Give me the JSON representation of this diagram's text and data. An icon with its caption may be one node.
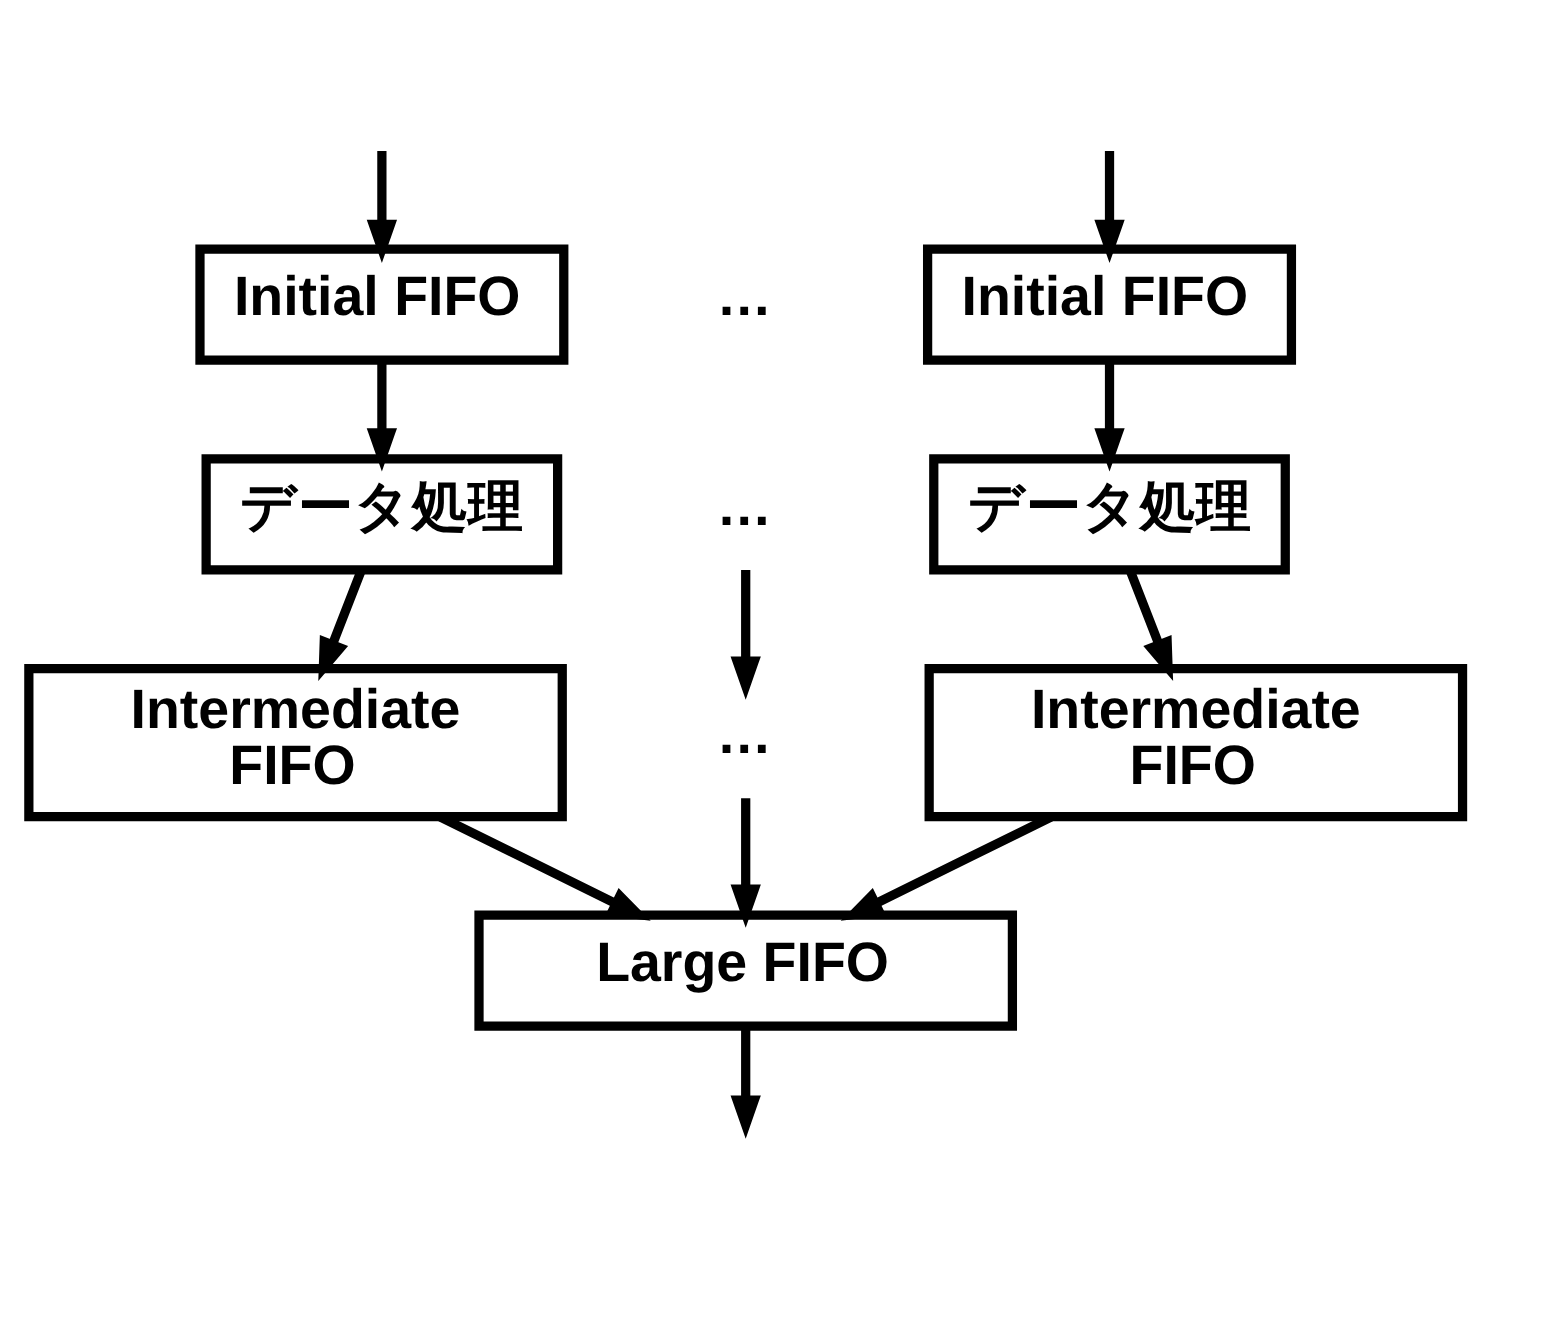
{
  "diagram": {
    "nodes": [
      {
        "text": [
          "Initial FIFO"
        ]
      },
      {
        "text": [
          "…"
        ]
      },
      {
        "text": [
          "Initial FIFO"
        ]
      },
      {
        "text": [
          "データ処理"
        ]
      },
      {
        "text": [
          "…"
        ]
      },
      {
        "text": [
          "データ処理"
        ]
      },
      {
        "text": [
          "Intermediate FIFO"
        ]
      },
      {
        "text": [
          "…"
        ]
      },
      {
        "text": [
          "Intermediate FIFO"
        ]
      },
      {
        "text": [
          "Large FIFO"
        ]
      }
    ],
    "edges": [
      {
        "from": null,
        "to": 0,
        "arrow": "to"
      },
      {
        "from": null,
        "to": 2,
        "arrow": "to"
      },
      {
        "from": 0,
        "to": 3,
        "arrow": "to"
      },
      {
        "from": 2,
        "to": 5,
        "arrow": "to"
      },
      {
        "from": 3,
        "to": 6,
        "arrow": "to"
      },
      {
        "from": 4,
        "to": 7,
        "arrow": "to"
      },
      {
        "from": 5,
        "to": 8,
        "arrow": "to"
      },
      {
        "from": 6,
        "to": 9,
        "arrow": "to"
      },
      {
        "from": 7,
        "to": 9,
        "arrow": "to"
      },
      {
        "from": 8,
        "to": 9,
        "arrow": "to"
      },
      {
        "from": 9,
        "to": null,
        "arrow": "to"
      }
    ]
  }
}
